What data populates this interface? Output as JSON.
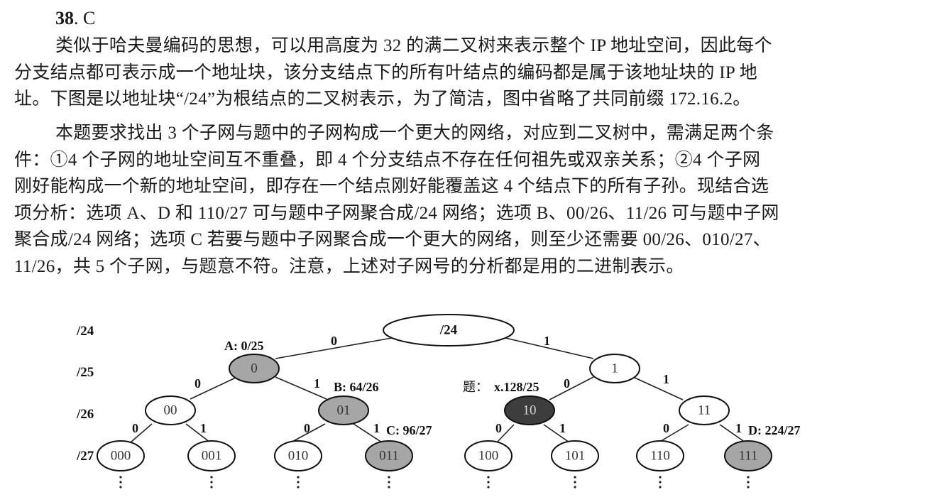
{
  "question": {
    "number": "38",
    "separator": ".",
    "answer": "C"
  },
  "paragraphs": [
    {
      "lines": [
        "类似于哈夫曼编码的思想，可以用高度为 32 的满二叉树来表示整个 IP 地址空间，因此每个",
        "分支结点都可表示成一个地址块，该分支结点下的所有叶结点的编码都是属于该地址块的 IP 地",
        "址。下图是以地址块“/24”为根结点的二叉树表示，为了简洁，图中省略了共同前缀 172.16.2。"
      ]
    },
    {
      "lines": [
        "本题要求找出 3 个子网与题中的子网构成一个更大的网络，对应到二叉树中，需满足两个条",
        "件：①4 个子网的地址空间互不重叠，即 4 个分支结点不存在任何祖先或双亲关系；②4 个子网",
        "刚好能构成一个新的地址空间，即存在一个结点刚好能覆盖这 4 个结点下的所有子孙。现结合选",
        "项分析：选项 A、D 和 110/27 可与题中子网聚合成/24 网络；选项 B、00/26、11/26 可与题中子网",
        "聚合成/24 网络；选项 C 若要与题中子网聚合成一个更大的网络，则至少还需要 00/26、010/27、",
        "11/26，共 5 个子网，与题意不符。注意，上述对子网号的分析都是用的二进制表示。"
      ]
    }
  ],
  "diagram": {
    "level_labels": [
      "/24",
      "/25",
      "/26",
      "/27"
    ],
    "colors": {
      "white_node": "#ffffff",
      "option_node": "#a6a6a6",
      "question_node": "#3d3d3d",
      "stroke": "#111111"
    },
    "nodes": {
      "root": "/24",
      "n0": "0",
      "n1": "1",
      "n00": "00",
      "n01": "01",
      "n10": "10",
      "n11": "11",
      "n000": "000",
      "n001": "001",
      "n010": "010",
      "n011": "011",
      "n100": "100",
      "n101": "101",
      "n110": "110",
      "n111": "111"
    },
    "edge_labels": {
      "root_0": "0",
      "root_1": "1",
      "n0_0": "0",
      "n0_1": "1",
      "n1_0": "0",
      "n1_1": "1",
      "n00_0": "0",
      "n00_1": "1",
      "n01_0": "0",
      "n01_1": "1",
      "n10_0": "0",
      "n10_1": "1",
      "n11_0": "0",
      "n11_1": "1"
    },
    "annotations": {
      "a": "A: 0/25",
      "b": "B: 64/26",
      "c": "C: 96/27",
      "d": "D: 224/27",
      "q_prefix": "题：",
      "q_value": "x.128/25"
    },
    "continuation": "⋮"
  }
}
